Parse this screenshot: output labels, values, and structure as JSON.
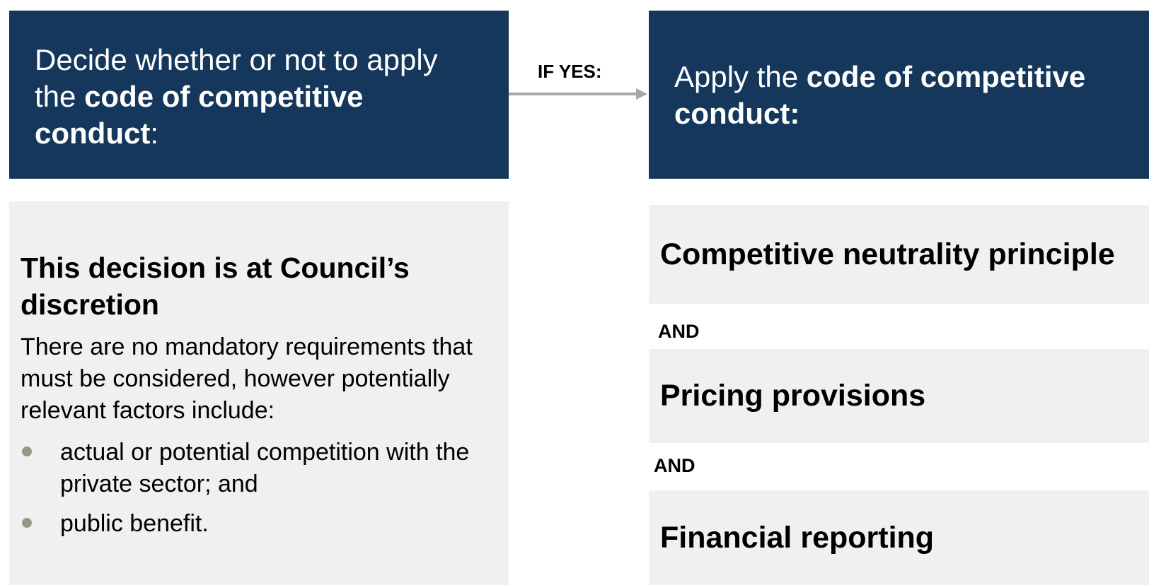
{
  "left_header": {
    "text_before": "Decide whether or not to apply the ",
    "bold": "code of competitive conduct",
    "text_after": ":"
  },
  "arrow": {
    "label": "IF YES:"
  },
  "right_header": {
    "text_before": "Apply the ",
    "bold": "code of competitive conduct:"
  },
  "left_panel": {
    "title": "This decision is at Council’s discretion",
    "intro": "There are no mandatory requirements that must be considered, however potentially relevant factors include:",
    "bullets": [
      "actual or potential competition with the private sector; and",
      "public benefit."
    ]
  },
  "right_panel": {
    "items": [
      "Competitive neutrality principle",
      "Pricing provisions",
      "Financial reporting"
    ],
    "connectors": [
      "AND",
      "AND"
    ]
  },
  "colors": {
    "header_bg": "#14375b",
    "panel_bg": "#eff0ef",
    "arrow": "#a6a6a6",
    "bullet": "#9b9488"
  }
}
